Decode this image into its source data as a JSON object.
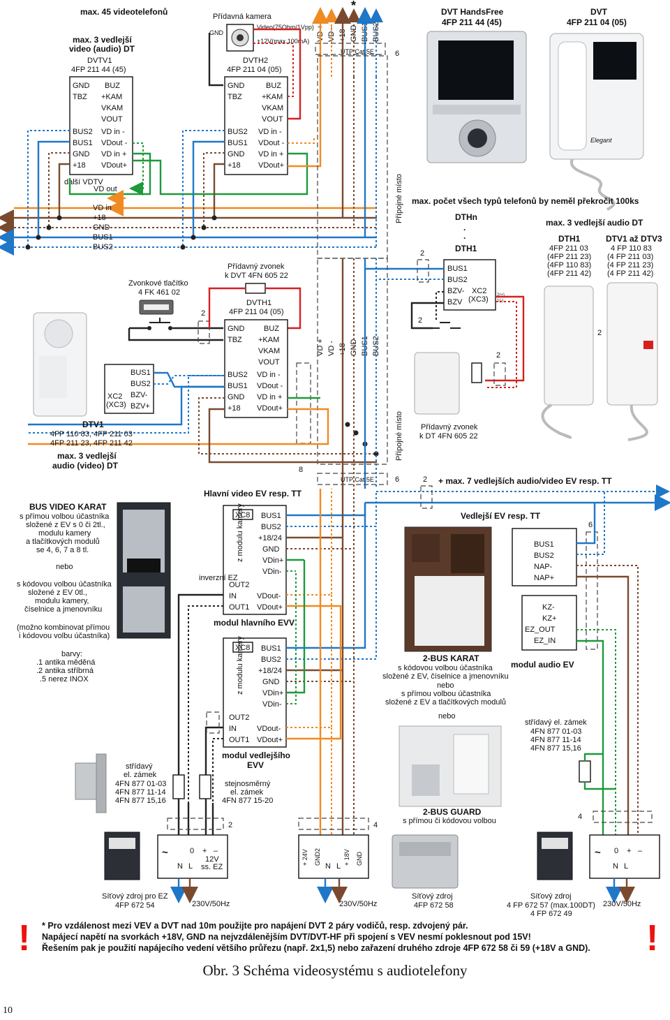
{
  "colors": {
    "blue": "#1f77c8",
    "brown": "#7a4a2e",
    "orange": "#f08a22",
    "green": "#1e9a3a",
    "red": "#d62020",
    "dark": "#222222",
    "gray": "#888888"
  },
  "top": {
    "max_video": "max. 45 videotelefonů",
    "extra_camera": "Přídavná kamera",
    "cam_gnd": "GND",
    "cam_video": "Video(75Ohm/1Vpp)",
    "cam_power": "+12V(max.100mA)",
    "bus_top": [
      "VD +",
      "VD -",
      "+18",
      "GND",
      "BUS1",
      "BUS2"
    ],
    "star": "*",
    "utp": "UTP Cat.5E",
    "utp_count": "6"
  },
  "dvtv1": {
    "header": [
      "max. 3 vedlejší",
      "video (audio) DT"
    ],
    "name": "DVTV1",
    "code": "4FP 211 44 (45)",
    "left": [
      "GND",
      "TBZ",
      "",
      "",
      "BUS2",
      "BUS1",
      "GND",
      "+18"
    ],
    "right": [
      "BUZ",
      "+KAM",
      "VKAM",
      "VOUT",
      "VD in -",
      "VDout -",
      "VD in +",
      "VDout+"
    ],
    "next": "další VDTV",
    "vdout": "VD out"
  },
  "dvth2": {
    "name": "DVTH2",
    "code": "4FP 211 04 (05)",
    "left": [
      "GND",
      "TBZ",
      "",
      "",
      "BUS2",
      "BUS1",
      "GND",
      "+18"
    ],
    "right": [
      "BUZ",
      "+KAM",
      "VKAM",
      "VOUT",
      "VD in -",
      "VDout -",
      "VD in +",
      "VDout+"
    ]
  },
  "trunk": [
    "VD in",
    "+18",
    "GND",
    "BUS1",
    "BUS2"
  ],
  "pripojne_misto": "Přípojné místo",
  "dvt_handsfree": {
    "title": "DVT HandsFree",
    "code": "4FP 211 44 (45)"
  },
  "dvt": {
    "title": "DVT",
    "code": "4FP 211 04 (05)",
    "brand": "Elegant"
  },
  "max_total": "max. počet všech typů telefonů by neměl překročit 100ks",
  "dthn": {
    "top": "DTHn",
    "dots": ".",
    "bottom": "DTH1",
    "pins": [
      "BUS1",
      "BUS2",
      "BZV-",
      "BZV"
    ],
    "xc": "XC2",
    "xc2": "(XC3)",
    "side": [
      "2(+)",
      "1(-)"
    ]
  },
  "audio_max": "max. 3 vedlejší audio DT",
  "dth1": {
    "name": "DTH1",
    "codes": [
      "4FP 211 03",
      "(4FP 211 23)",
      "(4FP 110 83)",
      "(4FP 211 42)"
    ]
  },
  "dtv1_3": {
    "name": "DTV1 až DTV3",
    "codes": [
      "4 FP 110 83",
      "(4 FP 211 03)",
      "(4 FP 211 23)",
      "(4 FP 211 42)"
    ]
  },
  "doorbell": {
    "title": "Zvonkové tlačítko",
    "code": "4 FK 461 02"
  },
  "extra_bell_dvt": {
    "title": "Přídavný zvonek",
    "code": "k DVT 4FN 605 22"
  },
  "dvth1": {
    "name": "DVTH1",
    "code": "4FP 211 04 (05)",
    "left": [
      "GND",
      "TBZ",
      "",
      "",
      "BUS2",
      "BUS1",
      "GND",
      "+18"
    ],
    "right": [
      "BUZ",
      "+KAM",
      "VKAM",
      "VOUT",
      "VD in -",
      "VDout -",
      "VD in +",
      "VDout+"
    ]
  },
  "bus_mid": [
    "VD +",
    "VD -",
    "+18",
    "GND",
    "BUS1",
    "BUS2"
  ],
  "dtv1_left": {
    "pins": [
      "BUS1",
      "BUS2",
      "BZV-",
      "BZV+"
    ],
    "xc": "XC2",
    "xc2": "(XC3)",
    "name": "DTV1",
    "codes": [
      "4FP 110 83, 4FP 211 03",
      "4FP 211 23, 4FP 211 42"
    ],
    "footer": [
      "max. 3 vedlejší",
      "audio (video) DT"
    ]
  },
  "extra_bell_dt": {
    "title": "Přídavný zvonek",
    "code": "k DT 4FN 605 22"
  },
  "nums": {
    "n2a": "2",
    "n2b": "2",
    "n2c": "2",
    "n2d": "2",
    "n2e": "2",
    "n8": "8",
    "n6b": "6",
    "n2f": "2",
    "n6c": "6",
    "n2g": "2",
    "n4a": "4",
    "n4b": "4"
  },
  "max7": "+ max. 7 vedlejších audio/video EV resp. TT",
  "karat": {
    "title": "BUS VIDEO KARAT",
    "lines": [
      "s přímou volbou účastníka",
      "složené z EV s 0 či 2tl.,",
      "modulu kamery",
      "a tlačítkových modulů",
      "se 4, 6, 7 a 8 tl."
    ],
    "or": "nebo",
    "lines2": [
      "s kódovou volbou účastníka",
      "složené z EV 0tl.,",
      "modulu kamery,",
      "číselnice a jmenovníku"
    ],
    "comb": [
      "(možno kombinovat přímou",
      "i kódovou volbu účastníka)"
    ],
    "colors_title": "barvy:",
    "colors": [
      ".1 antika měděná",
      ".2 antika stříbrná",
      ".5 nerez INOX"
    ]
  },
  "main_ev": {
    "title": "Hlavní video EV resp. TT",
    "xc8": "XC8",
    "module_cam": "z modulu kamery",
    "pins": [
      "BUS1",
      "BUS2",
      "+18/24",
      "GND",
      "VDin+",
      "VDin-"
    ],
    "inv": "inverzní EZ",
    "switch": [
      "OUT2",
      "IN",
      "OUT1"
    ],
    "vout": [
      "VDout-",
      "VDout+"
    ],
    "footer": "modul hlavního EVV"
  },
  "side_ev": {
    "xc8": "XC8",
    "module_cam": "z modulu kamery",
    "pins": [
      "BUS1",
      "BUS2",
      "+18/24",
      "GND",
      "VDin+",
      "VDin-"
    ],
    "switch": [
      "OUT2",
      "IN",
      "OUT1"
    ],
    "vout": [
      "VDout-",
      "VDout+"
    ],
    "footer": [
      "modul vedlejšího",
      "EVV"
    ]
  },
  "side_tt": {
    "title": "Vedlejší EV resp. TT",
    "pins1": [
      "BUS1",
      "BUS2",
      "NAP-",
      "NAP+"
    ],
    "pins2": [
      "KZ-",
      "KZ+",
      "EZ_OUT",
      "EZ_IN"
    ],
    "footer": "modul audio EV"
  },
  "bus2_karat": {
    "title": "2-BUS KARAT",
    "lines": [
      "s kódovou volbou účastníka",
      "složené z EV, číselnice a jmenovníku",
      "nebo",
      "s přímou volbou účastníka",
      "složené z EV a tlačítkových modulů"
    ],
    "or": "nebo"
  },
  "guard": {
    "title": "2-BUS GUARD",
    "sub": "s přímou či kódovou volbou"
  },
  "lock_ac_right": {
    "title": "střídavý el. zámek",
    "codes": [
      "4FN 877 01-03",
      "4FN 877 11-14",
      "4FN 877 15,16"
    ]
  },
  "lock_ac_left": {
    "title": [
      "střídavý",
      "el. zámek"
    ],
    "codes": [
      "4FN 877 01-03",
      "4FN 877 11-14",
      "4FN 877 15,16"
    ]
  },
  "lock_dc": {
    "title": [
      "stejnosměrný",
      "el. zámek"
    ],
    "code": "4FN 877 15-20"
  },
  "psu1": {
    "terms": [
      "~",
      "0",
      "+",
      "–"
    ],
    "sub": [
      "N",
      "L"
    ],
    "v": "12V",
    "ss": "ss. EZ",
    "title": "Síťový zdroj pro EZ",
    "code": "4FP 672 54",
    "mains": "230V/50Hz"
  },
  "psu2": {
    "terms": [
      "+ 24V",
      "GND2",
      "+ 18V",
      "GND"
    ],
    "sub": [
      "N",
      "L"
    ],
    "title": "Síťový zdroj",
    "code": "4FP 672 58",
    "mains": "230V/50Hz"
  },
  "psu3": {
    "terms": [
      "~",
      "0",
      "+",
      "–"
    ],
    "sub": [
      "N",
      "L"
    ],
    "title": "Síťový zdroj",
    "code": "4 FP 672 57 (max.100DT)",
    "code2": "4 FP 672 49",
    "mains": "230V/50Hz"
  },
  "warning": {
    "bang": "!",
    "lines": [
      "* Pro vzdálenost mezi VEV a DVT nad 10m použijte pro napájení DVT 2 páry vodičů, resp. zdvojený pár.",
      "Napájecí napětí na svorkách +18V, GND na nejvzdálenějším DVT/DVT-HF při spojení s VEV nesmí poklesnout pod 15V!",
      "Řešením pak je použití napájecího vedení většího průřezu (např. 2x1,5) nebo zařazení druhého zdroje 4FP 672 58 či 59 (+18V a GND)."
    ]
  },
  "caption": "Obr. 3 Schéma videosystému s audiotelefony",
  "page_number": "10"
}
